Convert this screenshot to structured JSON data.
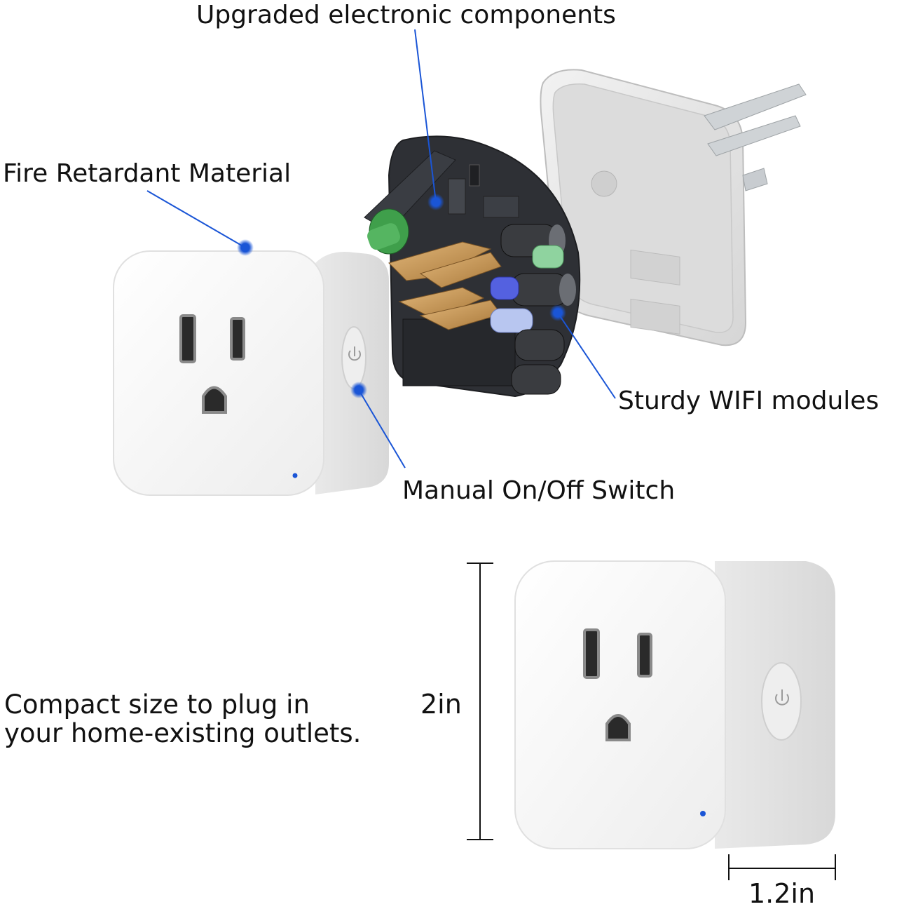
{
  "callouts": {
    "top": "Upgraded electronic components",
    "left": "Fire Retardant Material",
    "right": "Sturdy WIFI modules",
    "switch": "Manual On/Off Switch"
  },
  "compact_text": "Compact size to plug in\nyour home-existing outlets.",
  "dimensions": {
    "height": "2in",
    "depth": "1.2in"
  },
  "colors": {
    "accent_blue": "#1a55d6",
    "plug_white": "#f6f6f6",
    "pcb_dark": "#2e3035",
    "ink": "#111111"
  },
  "icons": [
    "power-icon",
    "indicator-led-icon"
  ]
}
